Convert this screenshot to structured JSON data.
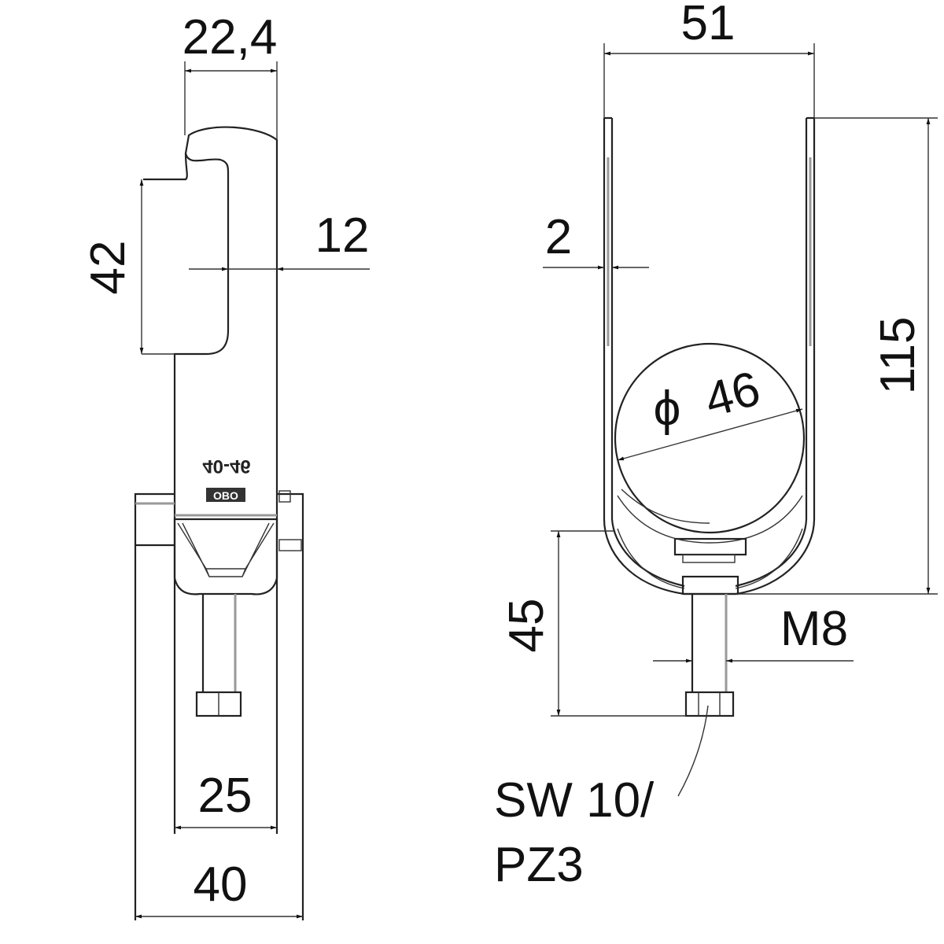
{
  "side_view": {
    "dim_hook_width": "22,4",
    "dim_hook_height": "42",
    "dim_thickness": "12",
    "dim_inner_width": "25",
    "dim_outer_width": "40",
    "stamp_range": "40-46",
    "stamp_brand": "OBO"
  },
  "front_view": {
    "dim_width": "51",
    "dim_wall": "2",
    "dim_height": "115",
    "dim_diameter": "46",
    "diameter_symbol": "ϕ",
    "dim_bolt_length": "45",
    "dim_thread": "M8",
    "tool_line1": "SW 10/",
    "tool_line2": "PZ3"
  }
}
